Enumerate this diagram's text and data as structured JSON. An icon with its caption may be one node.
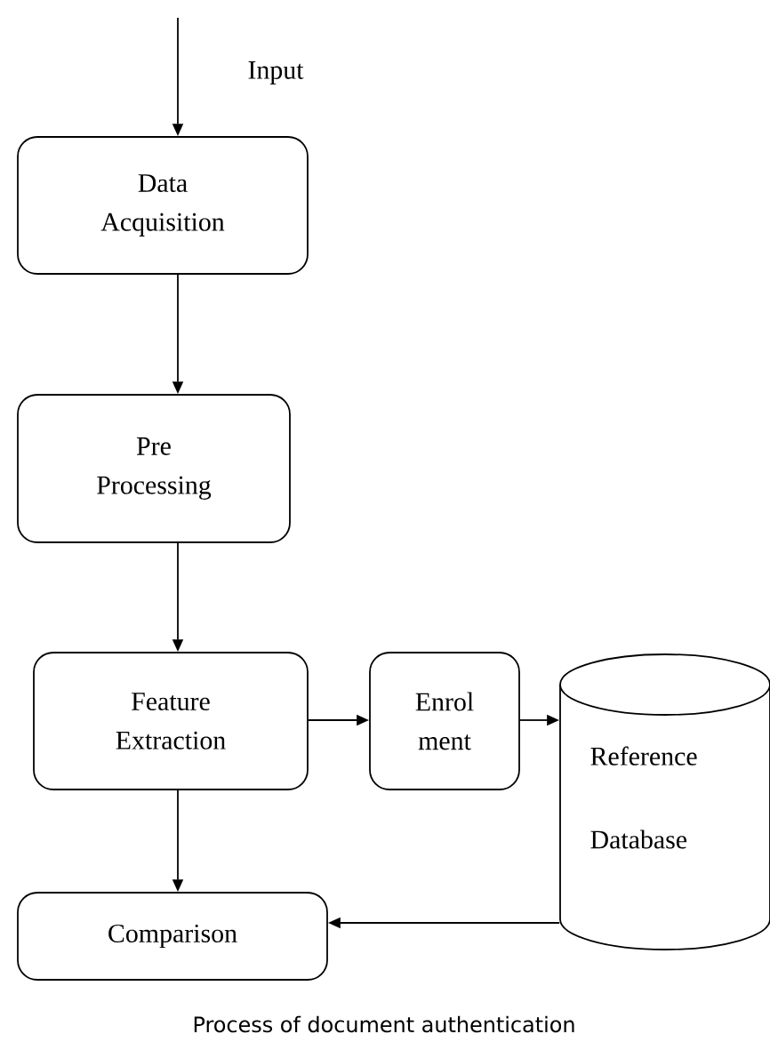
{
  "diagram": {
    "caption": "Process of document authentication",
    "nodes": [
      {
        "text": [
          "Data Acquisition"
        ]
      },
      {
        "text": [
          "Pre Processing"
        ]
      },
      {
        "text": [
          "Feature Extraction"
        ]
      },
      {
        "text": [
          "Enrol ment"
        ]
      },
      {
        "text": [
          "Reference Database"
        ]
      },
      {
        "text": [
          "Comparison"
        ]
      }
    ],
    "edges": [
      {
        "from": null,
        "to": 0,
        "arrow": "to",
        "label": "Input"
      },
      {
        "from": 0,
        "to": 1,
        "arrow": "to"
      },
      {
        "from": 1,
        "to": 2,
        "arrow": "to"
      },
      {
        "from": 2,
        "to": 3,
        "arrow": "to"
      },
      {
        "from": 3,
        "to": 4,
        "arrow": "to"
      },
      {
        "from": 4,
        "to": 5,
        "arrow": "to"
      },
      {
        "from": 2,
        "to": 5,
        "arrow": "to"
      }
    ]
  }
}
